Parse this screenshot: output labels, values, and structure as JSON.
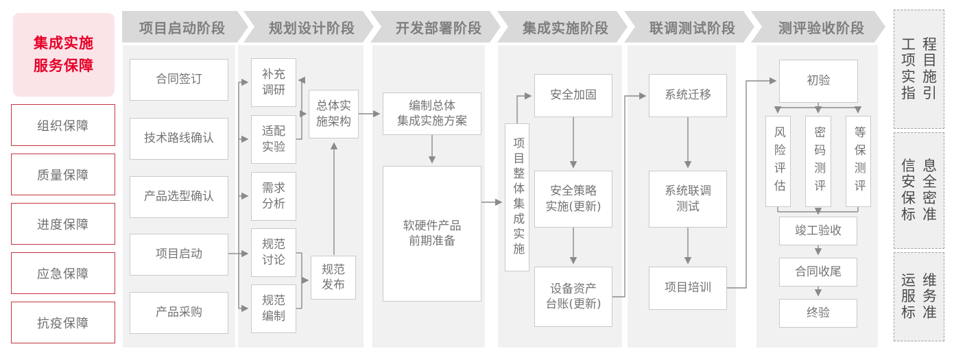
{
  "title": {
    "line1": "集成实施",
    "line2": "服务保障"
  },
  "assurances": [
    {
      "label": "组织保障"
    },
    {
      "label": "质量保障"
    },
    {
      "label": "进度保障"
    },
    {
      "label": "应急保障"
    },
    {
      "label": "抗疫保障"
    }
  ],
  "phases": [
    {
      "label": "项目启动阶段"
    },
    {
      "label": "规划设计阶段"
    },
    {
      "label": "开发部署阶段"
    },
    {
      "label": "集成实施阶段"
    },
    {
      "label": "联调测试阶段"
    },
    {
      "label": "测评验收阶段"
    }
  ],
  "nodes": {
    "contract": {
      "l1": "合同签订"
    },
    "techRoute": {
      "l1": "技术路线确认"
    },
    "productSelect": {
      "l1": "产品选型确认"
    },
    "kickoff": {
      "l1": "项目启动"
    },
    "procurement": {
      "l1": "产品采购"
    },
    "suppResearch": {
      "l1": "补充",
      "l2": "调研"
    },
    "adaptTest": {
      "l1": "适配",
      "l2": "实验"
    },
    "reqAnalysis": {
      "l1": "需求",
      "l2": "分析"
    },
    "specDiscuss": {
      "l1": "规范",
      "l2": "讨论"
    },
    "specDraft": {
      "l1": "规范",
      "l2": "编制"
    },
    "overallArch": {
      "l1": "总体实",
      "l2": "施架构"
    },
    "specRelease": {
      "l1": "规范",
      "l2": "发布"
    },
    "compilePlan": {
      "l1": "编制总体",
      "l2": "集成实施方案"
    },
    "hwswPrep": {
      "l1": "软硬件产品",
      "l2": "前期准备"
    },
    "overallImpl": {
      "v": "项目整体集成实施"
    },
    "secHardening": {
      "l1": "安全加固"
    },
    "secPolicy": {
      "l1": "安全策略",
      "l2": "实施(更新)"
    },
    "assetLedger": {
      "l1": "设备资产",
      "l2": "台账(更新)"
    },
    "sysMigration": {
      "l1": "系统迁移"
    },
    "jointTest": {
      "l1": "系统联调",
      "l2": "测试"
    },
    "training": {
      "l1": "项目培训"
    },
    "initialAccept": {
      "l1": "初验"
    },
    "riskAssess": {
      "v": "风险评估"
    },
    "cryptoTest": {
      "v": "密码测评"
    },
    "gradedTest": {
      "v": "等保测评"
    },
    "completionAccept": {
      "l1": "竣工验收"
    },
    "contractClose": {
      "l1": "合同收尾"
    },
    "finalAccept": {
      "l1": "终验"
    }
  },
  "standards": [
    {
      "rows": [
        "工程",
        "项目",
        "实施",
        "指引"
      ]
    },
    {
      "rows": [
        "信息",
        "安全",
        "保密",
        "标准"
      ]
    },
    {
      "rows": [
        "运维",
        "服务",
        "标准"
      ]
    }
  ],
  "colors": {
    "brand_red": "#e60028",
    "pink_bg": "#fbe4e8",
    "red_border": "#c5323f",
    "band_gray": "#d9d9d9",
    "column_bg": "#f1f1f2",
    "box_border": "#c9c9c9",
    "text_gray": "#737373",
    "line_gray": "#8a8a8a"
  }
}
